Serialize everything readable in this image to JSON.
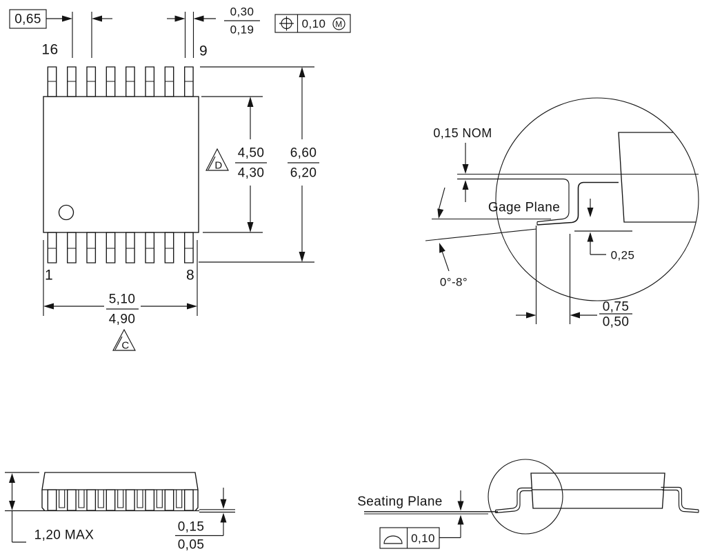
{
  "drawing": {
    "top_view": {
      "pitch": "0,65",
      "pin_16": "16",
      "pin_9": "9",
      "pin_1": "1",
      "pin_8": "8",
      "lead_width_max": "0,30",
      "lead_width_min": "0,19",
      "position_tolerance": "0,10",
      "modifier_m": "M",
      "body_length_max": "4,50",
      "body_length_min": "4,30",
      "flag_d": "D",
      "overall_width_max": "6,60",
      "overall_width_min": "6,20",
      "body_width_max": "5,10",
      "body_width_min": "4,90",
      "flag_c": "C"
    },
    "lead_detail": {
      "thickness": "0,15 NOM",
      "gage_plane": "Gage Plane",
      "foot_offset": "0,25",
      "angle": "0°-8°",
      "foot_length_max": "0,75",
      "foot_length_min": "0,50"
    },
    "side_view": {
      "max_height": "1,20 MAX",
      "standoff_max": "0,15",
      "standoff_min": "0,05"
    },
    "seating_view": {
      "label": "Seating Plane",
      "flatness": "0,10"
    }
  }
}
